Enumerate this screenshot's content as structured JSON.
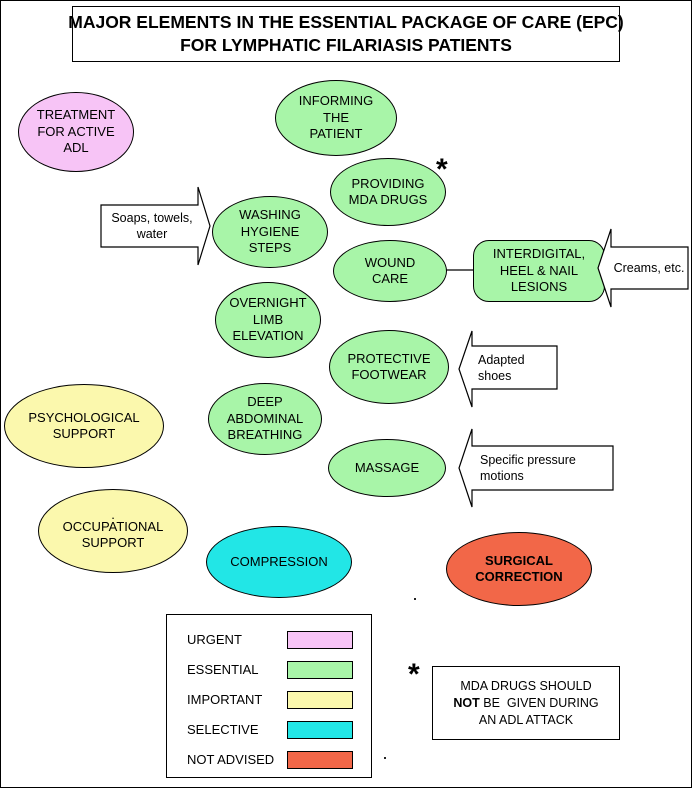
{
  "title": {
    "line1": "MAJOR ELEMENTS IN THE ESSENTIAL PACKAGE OF CARE (EPC)",
    "line2": "FOR LYMPHATIC FILARIASIS PATIENTS"
  },
  "colors": {
    "urgent": "#f7c4f6",
    "essential": "#a8f5a8",
    "important": "#fbf8ad",
    "selective": "#22e6e6",
    "not_advised": "#f26748"
  },
  "nodes": {
    "treatment_active_adl": {
      "lines": [
        "TREATMENT",
        "FOR ACTIVE",
        "ADL"
      ],
      "category": "urgent"
    },
    "informing_patient": {
      "lines": [
        "INFORMING",
        "THE",
        "PATIENT"
      ],
      "category": "essential"
    },
    "providing_mda_drugs": {
      "lines": [
        "PROVIDING",
        "MDA DRUGS"
      ],
      "category": "essential"
    },
    "washing_hygiene": {
      "lines": [
        "WASHING",
        "HYGIENE",
        "STEPS"
      ],
      "category": "essential"
    },
    "wound_care": {
      "lines": [
        "WOUND",
        "CARE"
      ],
      "category": "essential"
    },
    "interdigital_lesions": {
      "lines": [
        "INTERDIGITAL,",
        "HEEL & NAIL",
        "LESIONS"
      ],
      "category": "essential"
    },
    "overnight_limb": {
      "lines": [
        "OVERNIGHT",
        "LIMB",
        "ELEVATION"
      ],
      "category": "essential"
    },
    "protective_footwear": {
      "lines": [
        "PROTECTIVE",
        "FOOTWEAR"
      ],
      "category": "essential"
    },
    "deep_breathing": {
      "lines": [
        "DEEP",
        "ABDOMINAL",
        "BREATHING"
      ],
      "category": "essential"
    },
    "massage": {
      "lines": [
        "MASSAGE"
      ],
      "category": "essential"
    },
    "psychological_support": {
      "lines": [
        "PSYCHOLOGICAL",
        "SUPPORT"
      ],
      "category": "important"
    },
    "occupational_support": {
      "lines": [
        ".",
        "OCCUPATIONAL",
        "SUPPORT"
      ],
      "category": "important"
    },
    "compression": {
      "lines": [
        "COMPRESSION"
      ],
      "category": "selective"
    },
    "surgical_correction": {
      "lines": [
        "SURGICAL",
        "CORRECTION"
      ],
      "category": "not_advised"
    }
  },
  "arrows": {
    "soaps": {
      "lines": [
        "Soaps, towels,",
        "water"
      ],
      "direction": "right"
    },
    "creams": {
      "lines": [
        "Creams, etc."
      ],
      "direction": "left"
    },
    "adapted_shoes": {
      "lines": [
        "Adapted",
        "shoes"
      ],
      "direction": "left"
    },
    "pressure_motions": {
      "lines": [
        "Specific pressure",
        "motions"
      ],
      "direction": "left"
    }
  },
  "legend": {
    "items": [
      {
        "label": "URGENT",
        "category": "urgent"
      },
      {
        "label": "ESSENTIAL",
        "category": "essential"
      },
      {
        "label": "IMPORTANT",
        "category": "important"
      },
      {
        "label": "SELECTIVE",
        "category": "selective"
      },
      {
        "label": "NOT ADVISED",
        "category": "not_advised"
      }
    ]
  },
  "note": {
    "star": "*",
    "line1": "MDA DRUGS SHOULD",
    "line2_bold": "NOT",
    "line2_rest": " BE  GIVEN DURING",
    "line3": "AN ADL ATTACK"
  },
  "mda_star": "*"
}
